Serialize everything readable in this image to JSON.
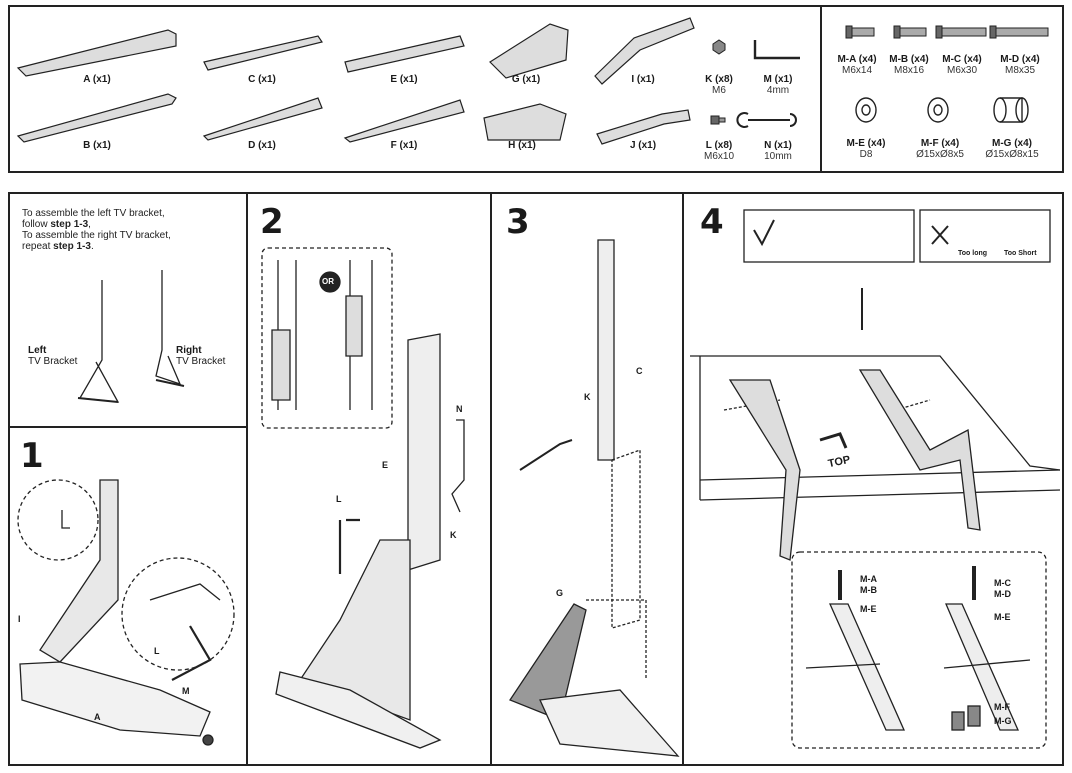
{
  "parts": [
    {
      "id": "part-a",
      "label": "A (x1)"
    },
    {
      "id": "part-b",
      "label": "B (x1)"
    },
    {
      "id": "part-c",
      "label": "C (x1)"
    },
    {
      "id": "part-d",
      "label": "D (x1)"
    },
    {
      "id": "part-e",
      "label": "E (x1)"
    },
    {
      "id": "part-f",
      "label": "F (x1)"
    },
    {
      "id": "part-g",
      "label": "G (x1)"
    },
    {
      "id": "part-h",
      "label": "H (x1)"
    },
    {
      "id": "part-i",
      "label": "I (x1)"
    },
    {
      "id": "part-j",
      "label": "J (x1)"
    },
    {
      "id": "part-k",
      "label": "K (x8)",
      "size": "M6"
    },
    {
      "id": "part-l",
      "label": "L (x8)",
      "size": "M6x10"
    },
    {
      "id": "part-m",
      "label": "M (x1)",
      "size": "4mm"
    },
    {
      "id": "part-n",
      "label": "N (x1)",
      "size": "10mm"
    }
  ],
  "hardware": [
    {
      "id": "hw-ma",
      "label": "M-A (x4)",
      "size": "M6x14"
    },
    {
      "id": "hw-mb",
      "label": "M-B (x4)",
      "size": "M8x16"
    },
    {
      "id": "hw-mc",
      "label": "M-C (x4)",
      "size": "M6x30"
    },
    {
      "id": "hw-md",
      "label": "M-D (x4)",
      "size": "M8x35"
    },
    {
      "id": "hw-me",
      "label": "M-E (x4)",
      "size": "D8"
    },
    {
      "id": "hw-mf",
      "label": "M-F (x4)",
      "size": "Ø15xØ8x5"
    },
    {
      "id": "hw-mg",
      "label": "M-G (x4)",
      "size": "Ø15xØ8x15"
    }
  ],
  "intro": {
    "line1": "To assemble the left TV bracket,",
    "line2_pre": "follow ",
    "line2_bold": "step 1-3",
    "line2_post": ",",
    "line3": "To assemble the right TV bracket,",
    "line4_pre": "repeat ",
    "line4_bold": "step 1-3",
    "line4_post": ".",
    "left_title": "Left",
    "left_sub": "TV Bracket",
    "right_title": "Right",
    "right_sub": "TV Bracket"
  },
  "steps": {
    "s1": {
      "number": "1",
      "callouts": {
        "i": "I",
        "l": "L",
        "m": "M",
        "a": "A"
      }
    },
    "s2": {
      "number": "2",
      "or": "OR",
      "callouts": {
        "e": "E",
        "l": "L",
        "k": "K",
        "n": "N"
      }
    },
    "s3": {
      "number": "3",
      "callouts": {
        "c": "C",
        "k": "K",
        "g": "G"
      }
    },
    "s4": {
      "number": "4",
      "top": "TOP",
      "too_long": "Too long",
      "too_short": "Too Short",
      "callouts": {
        "ma": "M-A",
        "mb": "M-B",
        "me1": "M-E",
        "mc": "M-C",
        "md": "M-D",
        "me2": "M-E",
        "mf": "M-F",
        "mg": "M-G"
      }
    }
  }
}
